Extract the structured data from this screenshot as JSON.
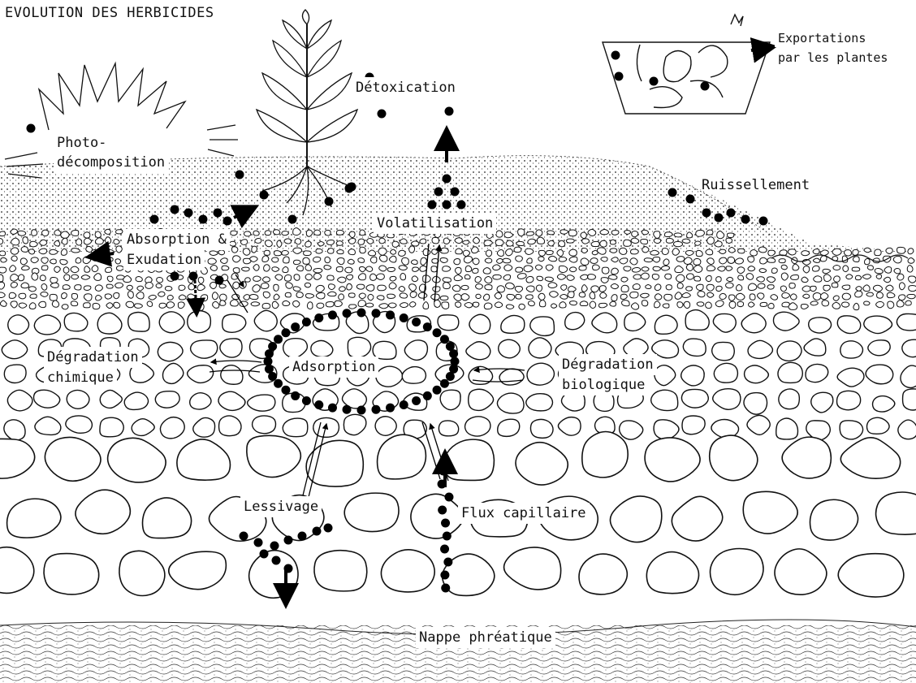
{
  "title": "EVOLUTION DES HERBICIDES",
  "labels": {
    "photo": "Photo-",
    "decomposition": "décomposition",
    "detoxication": "Détoxication",
    "exportations_1": "Exportations",
    "exportations_2": "par les plantes",
    "ruissellement": "Ruissellement",
    "volatilisation": "Volatilisation",
    "absorption_1": "Absorption &",
    "absorption_2": "Exudation",
    "degradation_chim_1": "Dégradation",
    "degradation_chim_2": "chimique",
    "adsorption": "Adsorption",
    "degradation_bio_1": "Dégradation",
    "degradation_bio_2": "biologique",
    "lessivage": "Lessivage",
    "flux": "Flux capillaire",
    "nappe": "Nappe phréatique"
  }
}
